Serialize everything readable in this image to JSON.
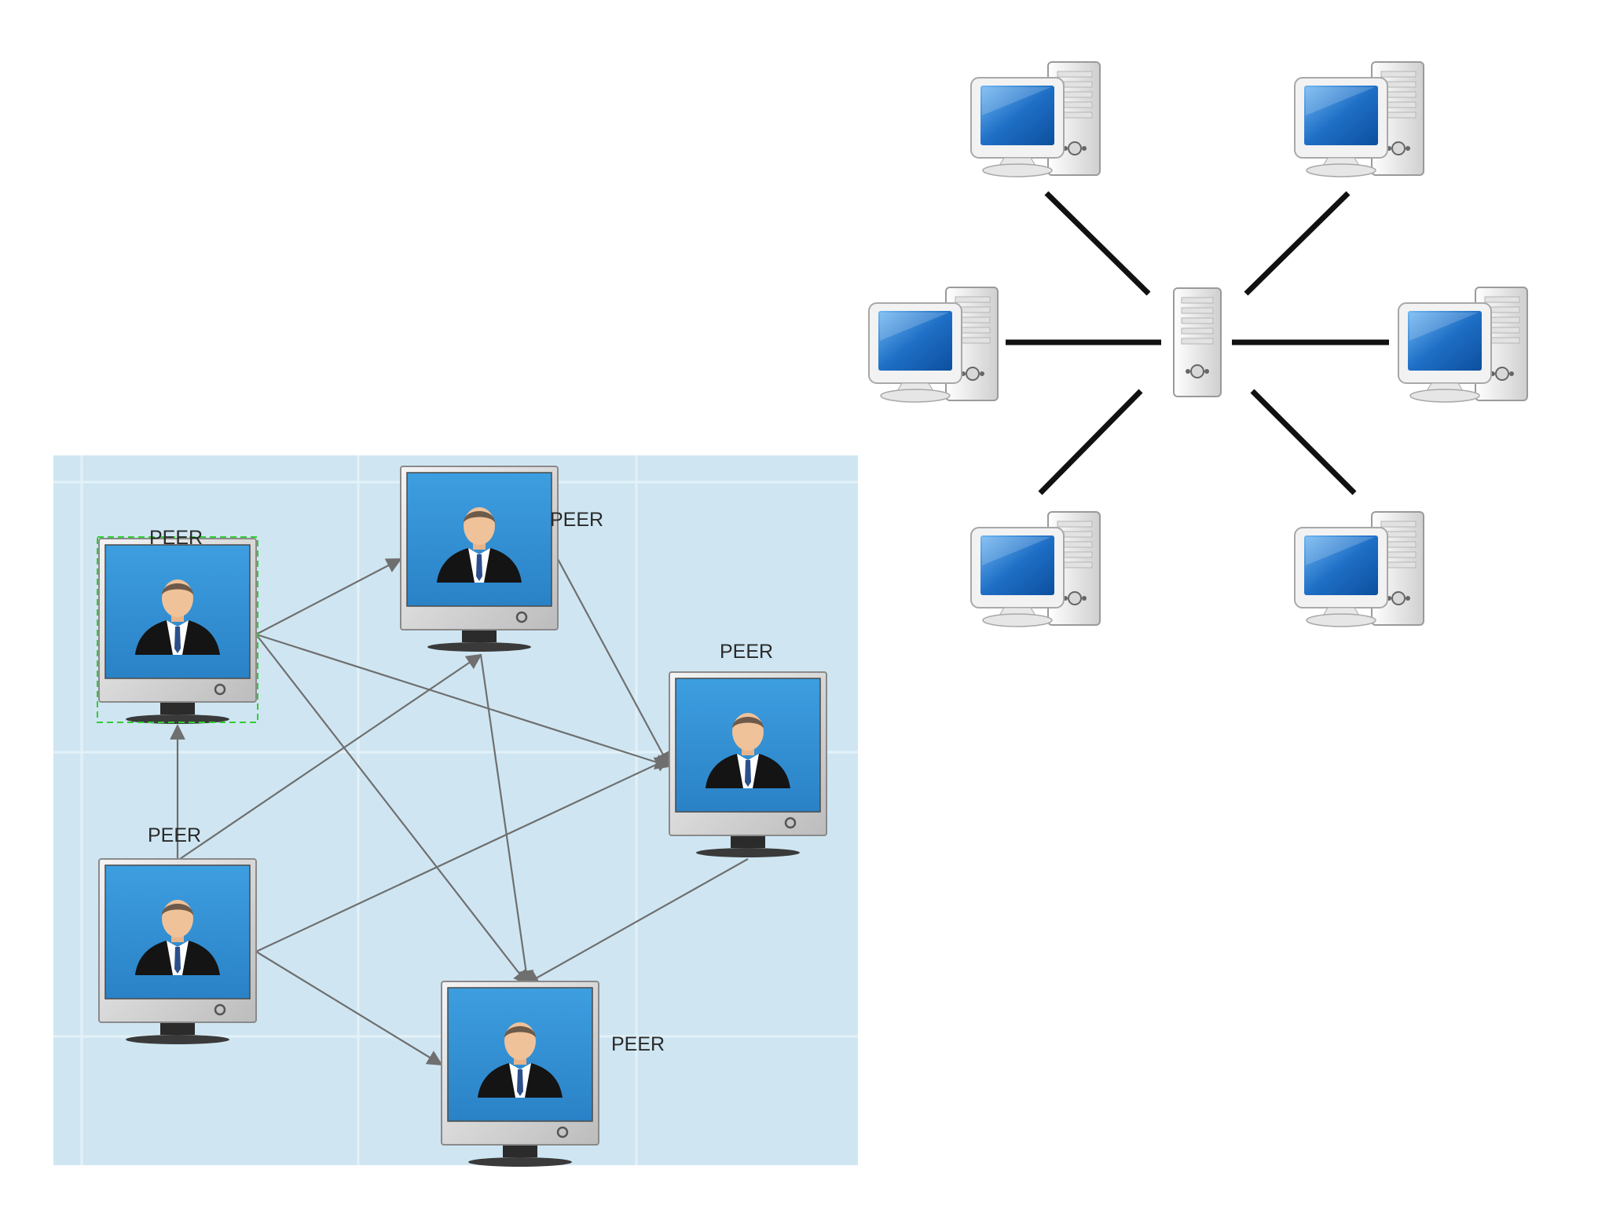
{
  "p2p_diagram": {
    "background_color": "#cfe6f2",
    "grid_color": "#e3f1f8",
    "arrow_color": "#6f6f6f",
    "peers": [
      {
        "id": "peer-top-left",
        "label": "PEER"
      },
      {
        "id": "peer-top-center",
        "label": "PEER"
      },
      {
        "id": "peer-right",
        "label": "PEER"
      },
      {
        "id": "peer-bottom-left",
        "label": "PEER"
      },
      {
        "id": "peer-bottom-center",
        "label": "PEER"
      }
    ],
    "connections": [
      {
        "from": "peer-top-left",
        "to": "peer-top-center"
      },
      {
        "from": "peer-top-left",
        "to": "peer-right"
      },
      {
        "from": "peer-top-left",
        "to": "peer-bottom-center"
      },
      {
        "from": "peer-bottom-left",
        "to": "peer-top-left"
      },
      {
        "from": "peer-bottom-left",
        "to": "peer-top-center"
      },
      {
        "from": "peer-bottom-left",
        "to": "peer-right"
      },
      {
        "from": "peer-bottom-left",
        "to": "peer-bottom-center"
      },
      {
        "from": "peer-top-center",
        "to": "peer-right"
      },
      {
        "from": "peer-top-center",
        "to": "peer-bottom-center"
      },
      {
        "from": "peer-right",
        "to": "peer-bottom-center"
      }
    ],
    "icons": {
      "peer": "user-monitor-icon"
    }
  },
  "star_diagram": {
    "hub": {
      "id": "central-server",
      "icon": "server-tower-icon"
    },
    "clients": [
      {
        "id": "client-top-left",
        "icon": "desktop-computer-icon"
      },
      {
        "id": "client-top-right",
        "icon": "desktop-computer-icon"
      },
      {
        "id": "client-middle-left",
        "icon": "desktop-computer-icon"
      },
      {
        "id": "client-middle-right",
        "icon": "desktop-computer-icon"
      },
      {
        "id": "client-bottom-left",
        "icon": "desktop-computer-icon"
      },
      {
        "id": "client-bottom-right",
        "icon": "desktop-computer-icon"
      }
    ],
    "link_color": "#111111",
    "screen_color": "#1f73c9"
  }
}
